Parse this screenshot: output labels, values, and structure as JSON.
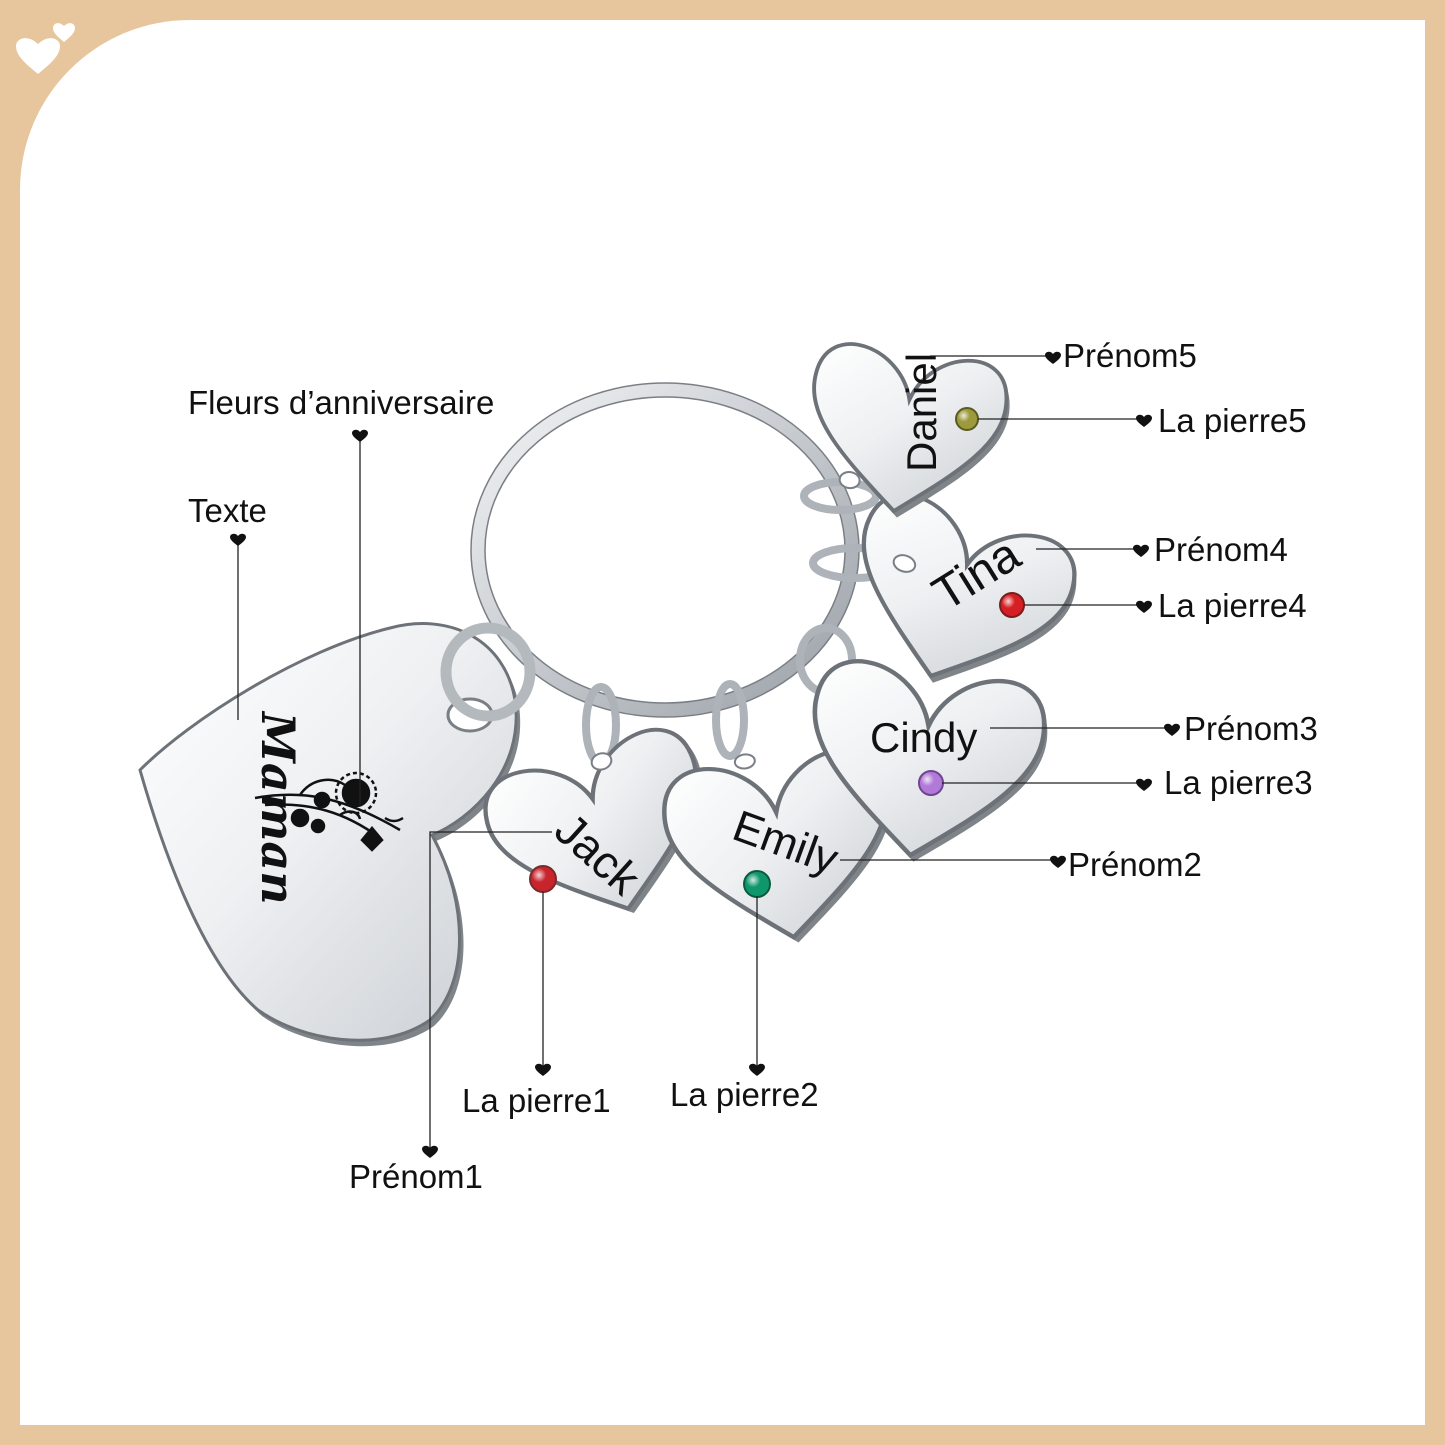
{
  "brand": {
    "logo_icon": "two-hearts-icon",
    "border_color": "#E7C59D"
  },
  "main_pendant": {
    "text": "Maman",
    "flower_icon": "birth-flower-bouquet-icon"
  },
  "charms": [
    {
      "name": "Jack",
      "stone_color": "#c8242b"
    },
    {
      "name": "Emily",
      "stone_color": "#10966b"
    },
    {
      "name": "Cindy",
      "stone_color": "#b27ad8"
    },
    {
      "name": "Tina",
      "stone_color": "#d61f24"
    },
    {
      "name": "Daniel",
      "stone_color": "#9c9a3c"
    }
  ],
  "labels": {
    "flowers": "Fleurs d’anniversaire",
    "text": "Texte",
    "name1": "Prénom1",
    "stone1": "La pierre1",
    "stone2": "La pierre2",
    "name2": "Prénom2",
    "name3": "Prénom3",
    "stone3": "La pierre3",
    "name4": "Prénom4",
    "stone4": "La pierre4",
    "name5": "Prénom5",
    "stone5": "La pierre5"
  }
}
